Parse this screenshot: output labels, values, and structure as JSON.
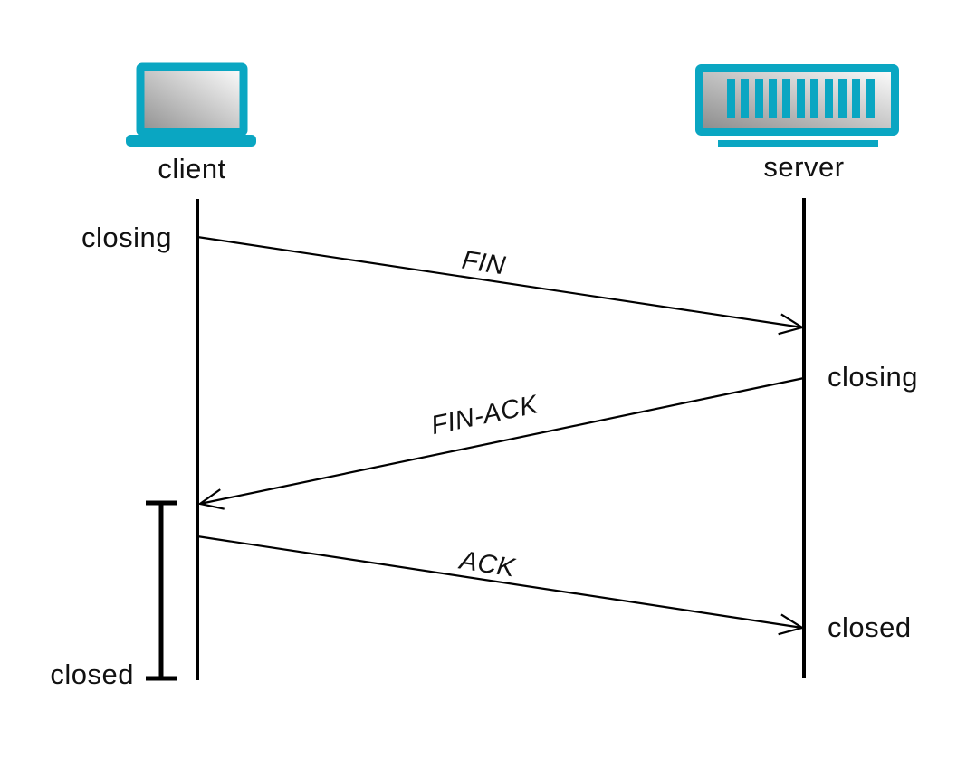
{
  "colors": {
    "accent": "#0aa6c2",
    "line": "#000000",
    "text": "#111111"
  },
  "diagram": {
    "type": "sequence-diagram",
    "actors": [
      {
        "id": "client",
        "label": "client",
        "icon": "laptop-icon"
      },
      {
        "id": "server",
        "label": "server",
        "icon": "server-icon"
      }
    ],
    "messages": [
      {
        "label": "FIN",
        "from": "client",
        "to": "server"
      },
      {
        "label": "FIN-ACK",
        "from": "server",
        "to": "client"
      },
      {
        "label": "ACK",
        "from": "client",
        "to": "server"
      }
    ],
    "state_labels": [
      {
        "label": "closing",
        "lifeline": "client"
      },
      {
        "label": "closing",
        "lifeline": "server"
      },
      {
        "label": "closed",
        "lifeline": "server"
      },
      {
        "label": "closed",
        "lifeline": "client"
      }
    ]
  }
}
